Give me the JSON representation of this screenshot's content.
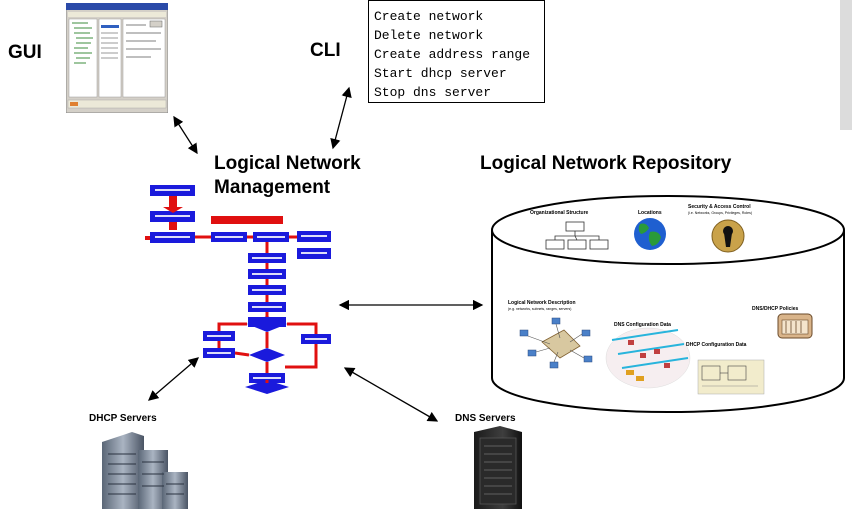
{
  "labels": {
    "gui": "GUI",
    "cli": "CLI",
    "lnm_line1": "Logical Network",
    "lnm_line2": "Management",
    "repository": "Logical Network Repository",
    "dhcp_servers": "DHCP Servers",
    "dns_servers": "DNS Servers"
  },
  "cli_commands": [
    "Create network",
    "Delete network",
    "Create address range",
    "Start dhcp server",
    "Stop dns server"
  ],
  "repository": {
    "org_structure": "Organizational Structure",
    "locations": "Locations",
    "security": "Security & Access Control",
    "security_sub": "(i.e. Networks, Groups, Privileges, Roles)",
    "lnd": "Logical Network Description",
    "lnd_sub": "(e.g. networks, subnets, ranges, servers)",
    "dns_dhcp_policies": "DNS/DHCP Policies",
    "dns_config": "DNS Configuration Data",
    "dhcp_config": "DHCP Configuration Data"
  },
  "colors": {
    "flow_blue": "#1a1adc",
    "flow_red": "#e01010",
    "globe_blue": "#1f5fd0",
    "globe_green": "#2a9a3a"
  },
  "icons": [
    "gui-screenshot-thumbnail",
    "flowchart-icon",
    "database-cylinder-icon",
    "globe-icon",
    "keyhole-icon",
    "server-rack-icon",
    "server-tower-icon"
  ]
}
